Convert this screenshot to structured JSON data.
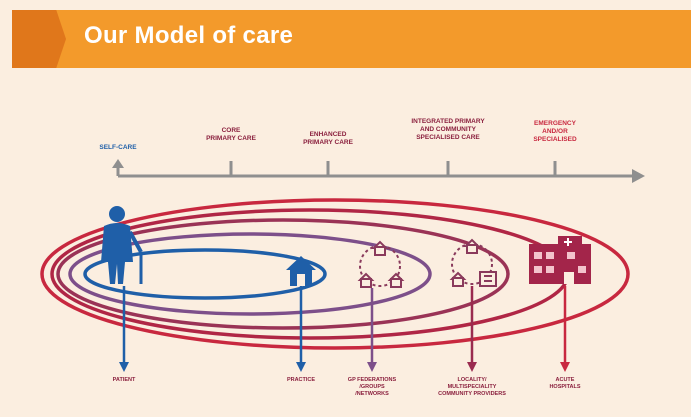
{
  "title": "Our Model of care",
  "colors": {
    "banner": "#f39a2b",
    "banner_accent": "#e0771b",
    "background": "#fbeee0",
    "timeline": "#8f8f8f",
    "blue": "#1f5fa8",
    "purple": "#7d4f8a",
    "crimson": "#a3254a",
    "red": "#c8283f"
  },
  "stages": [
    {
      "label": "SELF-CARE",
      "color": "#1f5fa8"
    },
    {
      "label": "CORE\nPRIMARY CARE",
      "color": "#8a1f3d"
    },
    {
      "label": "ENHANCED\nPRIMARY CARE",
      "color": "#8a1f3d"
    },
    {
      "label": "INTEGRATED PRIMARY\nAND COMMUNITY\nSPECIALISED CARE",
      "color": "#8a1f3d"
    },
    {
      "label": "EMERGENCY\nAND/OR\nSPECIALISED",
      "color": "#c8283f"
    }
  ],
  "bottom_labels": [
    {
      "label": "PATIENT"
    },
    {
      "label": "PRACTICE"
    },
    {
      "label": "GP FEDERATIONS\n/GROUPS\n/NETWORKS"
    },
    {
      "label": "LOCALITY/\nMULTISPECIALITY\nCOMMUNITY PROVIDERS"
    },
    {
      "label": "ACUTE\nHOSPITALS"
    }
  ],
  "icons": [
    "patient-icon",
    "practice-house-icon",
    "gp-network-icon",
    "locality-network-icon",
    "hospital-icon"
  ]
}
